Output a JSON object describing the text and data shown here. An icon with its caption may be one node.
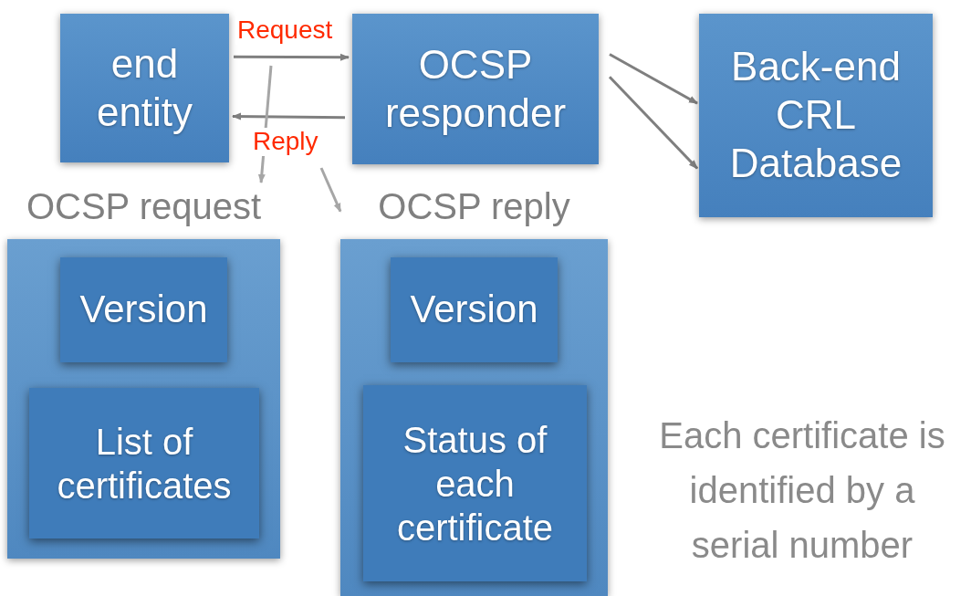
{
  "diagram": {
    "nodes": [
      {
        "text": [
          "end entity"
        ]
      },
      {
        "text": [
          "OCSP responder"
        ]
      },
      {
        "text": [
          "Back-end CRL Database"
        ]
      },
      {
        "text": [
          "OCSP request"
        ]
      },
      {
        "text": [
          "Version"
        ],
        "in": 3
      },
      {
        "text": [
          "List of certificates"
        ],
        "in": 3
      },
      {
        "text": [
          "OCSP reply"
        ]
      },
      {
        "text": [
          "Version"
        ],
        "in": 6
      },
      {
        "text": [
          "Status of each certificate"
        ],
        "in": 6
      }
    ],
    "edges": [
      {
        "from": 0,
        "to": 1,
        "arrow": "to",
        "label": "Request"
      },
      {
        "from": 1,
        "to": 0,
        "arrow": "to",
        "label": "Reply"
      },
      {
        "from": 1,
        "to": 2,
        "arrow": "to"
      },
      {
        "from": 1,
        "to": 2,
        "arrow": "to"
      },
      {
        "from": null,
        "to": 3,
        "arrow": "to",
        "color": "#a6a6a6"
      },
      {
        "from": null,
        "to": 6,
        "arrow": "to",
        "color": "#a6a6a6"
      }
    ],
    "labels": [
      "Each certificate is identified by a serial number"
    ]
  }
}
